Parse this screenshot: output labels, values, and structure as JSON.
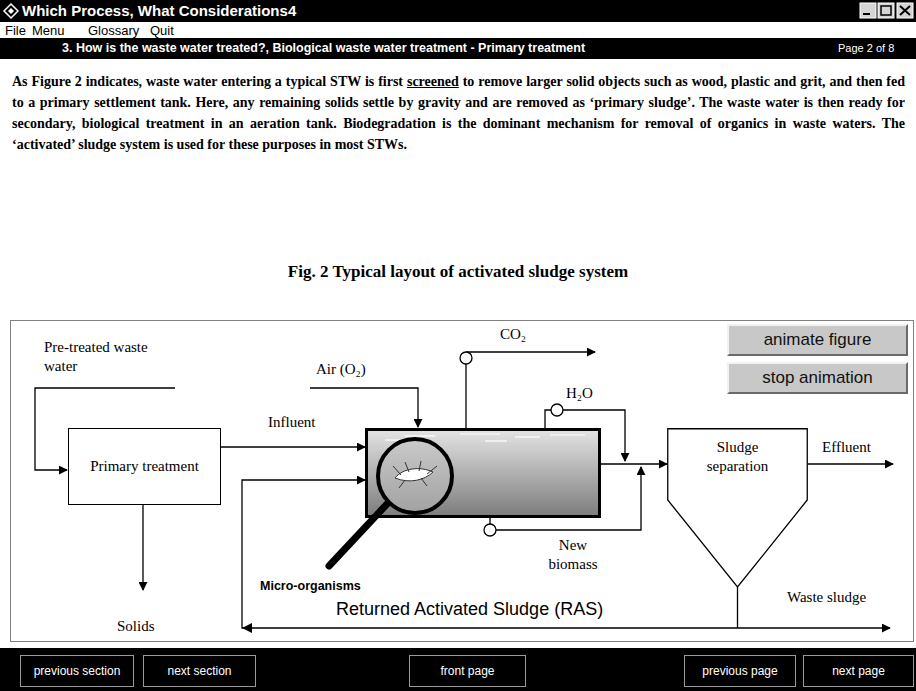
{
  "diagram": {
    "title": "Fig. 2 Typical layout of activated sludge system",
    "nodes": [
      {
        "text": [
          "animate figure"
        ]
      },
      {
        "text": [
          "stop animation"
        ]
      },
      {
        "text": [
          "Primary treatment"
        ]
      },
      {
        "text": [
          "Micro-organisms"
        ]
      },
      {
        "text": [
          "Sludge separation"
        ]
      },
      {
        "text": [
          "previous section"
        ]
      },
      {
        "text": [
          "next section"
        ]
      },
      {
        "text": [
          "front page"
        ]
      },
      {
        "text": [
          "previous page"
        ]
      },
      {
        "text": [
          "next page"
        ]
      }
    ],
    "edges": [
      {
        "from": 2,
        "to": 3,
        "arrow": "to",
        "label": "Influent"
      },
      {
        "from": 3,
        "to": 4,
        "arrow": "to"
      },
      {
        "from": 4,
        "to": 3,
        "arrow": "to",
        "label": "Returned Activated Sludge (RAS)"
      }
    ],
    "labels": [
      "Which Process, What Considerations4",
      "File",
      "Menu",
      "Glossary",
      "Quit",
      "3. How is the waste water treated?, Biological waste water treatment - Primary treatment",
      "Page 2 of 8",
      "As Figure 2 indicates, waste water entering a typical STW is first",
      "screened",
      "to remove larger solid objects such as wood, plastic and grit, and then fed to a primary settlement tank. Here, any remaining solids settle by gravity and are removed as ‘primary sludge’. The waste water is then ready for secondary, biological treatment in an aeration tank. Biodegradation is the dominant mechanism for removal of organics in waste waters. The ‘activated’ sludge system is used for these purposes in most STWs.",
      "Pre-treated waste water",
      "Air (O₂)",
      "CO₂",
      "H₂O",
      "New biomass",
      "Effluent",
      "Solids",
      "Waste sludge"
    ]
  }
}
